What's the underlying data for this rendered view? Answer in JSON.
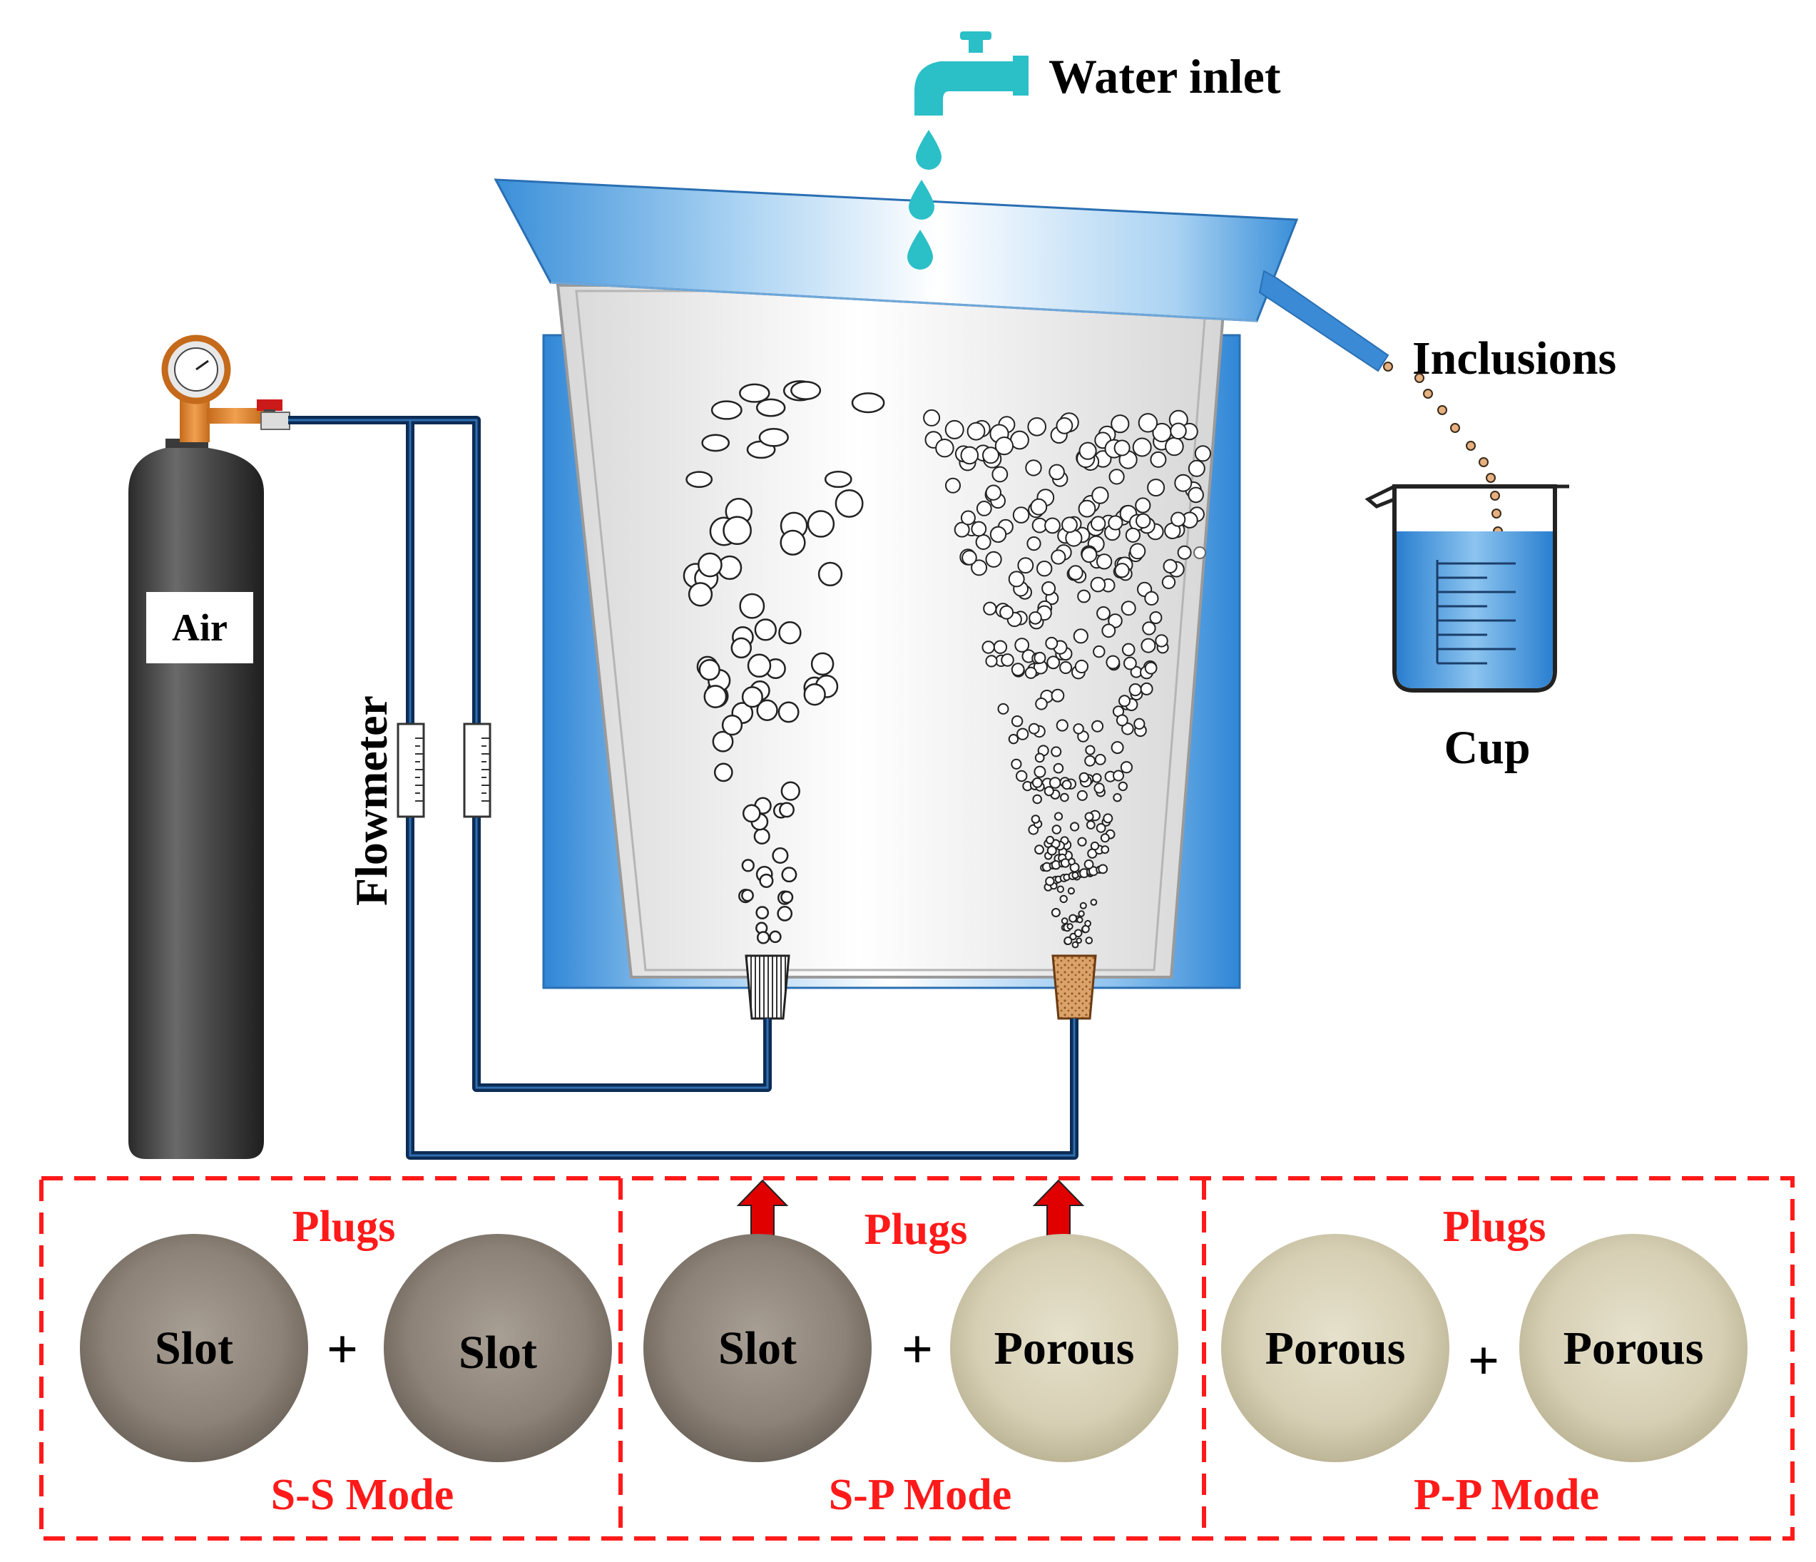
{
  "labels": {
    "water_inlet": "Water inlet",
    "inclusions": "Inclusions",
    "cup": "Cup",
    "air": "Air",
    "flowmeter": "Flowmeter"
  },
  "panels": [
    {
      "heading": "Plugs",
      "left_plug": "Slot",
      "plus": "+",
      "right_plug": "Slot",
      "mode": "S-S Mode"
    },
    {
      "heading": "Plugs",
      "left_plug": "Slot",
      "plus": "+",
      "right_plug": "Porous",
      "mode": "S-P Mode"
    },
    {
      "heading": "Plugs",
      "left_plug": "Porous",
      "plus": "+",
      "right_plug": "Porous",
      "mode": "P-P Mode"
    }
  ],
  "colors": {
    "label_black": "#000000",
    "panel_red": "#ff1a1a",
    "pipe_navy": "#0d2c55",
    "water_blue": "#3a8fd9",
    "faucet_teal": "#2bbfc8",
    "cylinder_gray": "#4a4a4a",
    "slot_plug": "#8c8277",
    "porous_plug": "#d6cfb4"
  }
}
